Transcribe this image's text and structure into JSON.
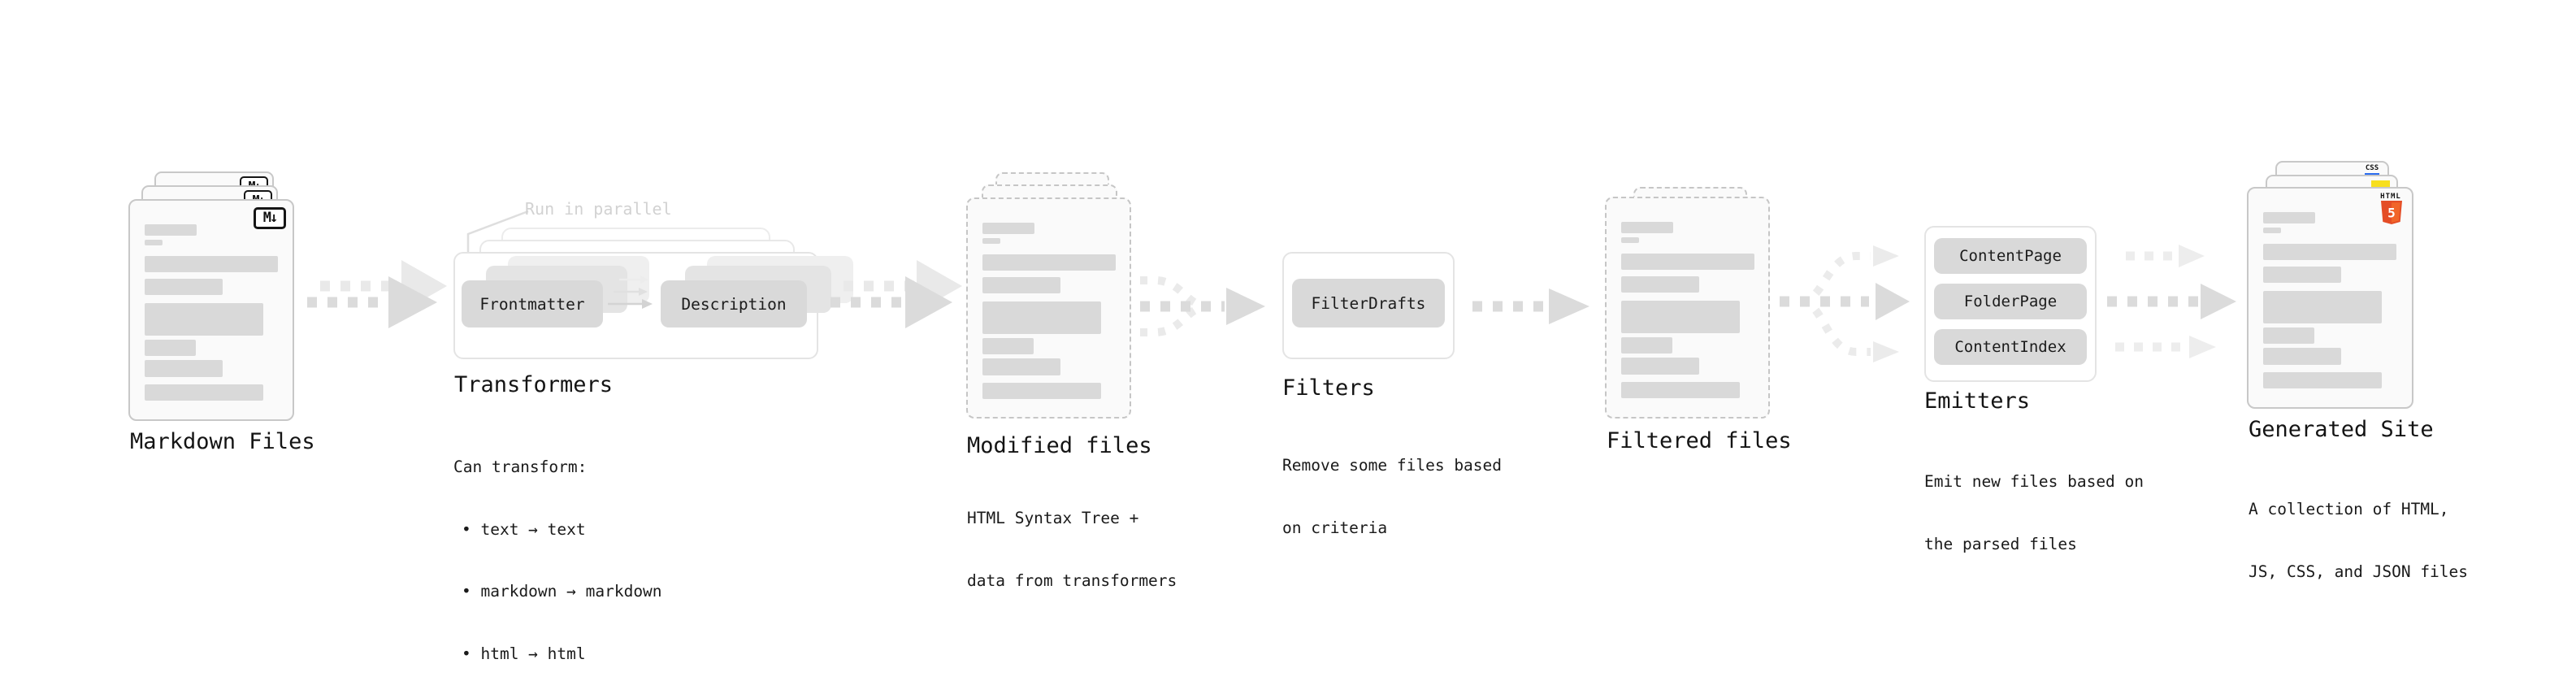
{
  "diagram": {
    "markdown_files": {
      "title": "Markdown Files",
      "badge": "M↓"
    },
    "transformers": {
      "title": "Transformers",
      "note": "Run in parallel",
      "step1": "Frontmatter",
      "step2": "Description",
      "desc1": "Can transform:",
      "desc2": "• text → text",
      "desc3": "• markdown → markdown",
      "desc4": "• html → html"
    },
    "modified_files": {
      "title": "Modified files",
      "desc1": "HTML Syntax Tree +",
      "desc2": "data from transformers"
    },
    "filters": {
      "title": "Filters",
      "step1": "FilterDrafts",
      "desc1": "Remove some files based",
      "desc2": "on criteria"
    },
    "filtered_files": {
      "title": "Filtered files"
    },
    "emitters": {
      "title": "Emitters",
      "step1": "ContentPage",
      "step2": "FolderPage",
      "step3": "ContentIndex",
      "desc1": "Emit new files based on",
      "desc2": "the parsed files"
    },
    "generated_site": {
      "title": "Generated Site",
      "badge_css": "CSS",
      "badge_html": "HTML",
      "badge_html5": "5",
      "desc1": "A collection of HTML,",
      "desc2": "JS, CSS, and JSON files"
    }
  },
  "colors": {
    "doc_background": "#fafafa",
    "doc_border": "#c8c8c8",
    "content_line_gray": "#d9d9d9",
    "chip_gray": "#d9d9d9",
    "arrow_dark": "#dbdbdb",
    "arrow_light": "#eaeaea",
    "note_gray": "#d2d2d2",
    "js_yellow": "#f7df1e",
    "css_blue": "#2b6cf0",
    "html5_orange": "#e44d26",
    "html5_orange_light": "#f16529"
  }
}
